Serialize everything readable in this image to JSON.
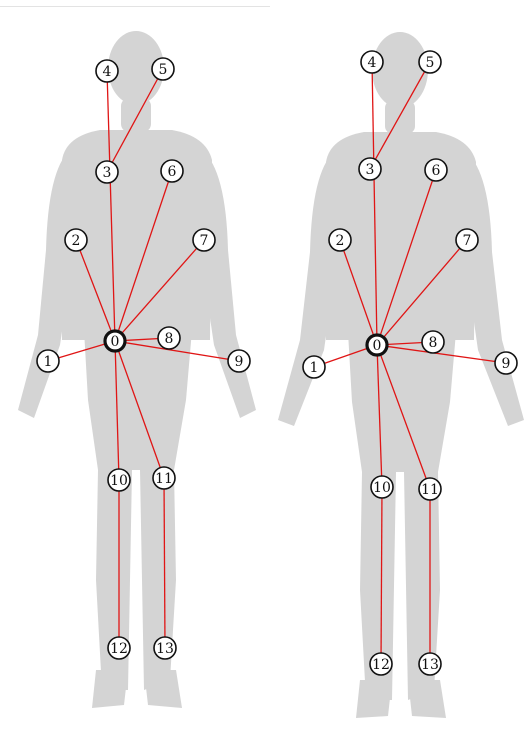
{
  "figures": [
    {
      "id": "left",
      "joints": [
        {
          "label": "0"
        },
        {
          "label": "1"
        },
        {
          "label": "2"
        },
        {
          "label": "3"
        },
        {
          "label": "4"
        },
        {
          "label": "5"
        },
        {
          "label": "6"
        },
        {
          "label": "7"
        },
        {
          "label": "8"
        },
        {
          "label": "9"
        },
        {
          "label": "10"
        },
        {
          "label": "11"
        },
        {
          "label": "12"
        },
        {
          "label": "13"
        }
      ]
    },
    {
      "id": "right",
      "joints": [
        {
          "label": "0"
        },
        {
          "label": "1"
        },
        {
          "label": "2"
        },
        {
          "label": "3"
        },
        {
          "label": "4"
        },
        {
          "label": "5"
        },
        {
          "label": "6"
        },
        {
          "label": "7"
        },
        {
          "label": "8"
        },
        {
          "label": "9"
        },
        {
          "label": "10"
        },
        {
          "label": "11"
        },
        {
          "label": "12"
        },
        {
          "label": "13"
        }
      ]
    }
  ],
  "connections": [
    [
      0,
      1
    ],
    [
      0,
      2
    ],
    [
      0,
      4
    ],
    [
      3,
      5
    ],
    [
      0,
      6
    ],
    [
      0,
      7
    ],
    [
      0,
      8
    ],
    [
      0,
      9
    ],
    [
      0,
      10
    ],
    [
      0,
      11
    ],
    [
      10,
      12
    ],
    [
      11,
      13
    ]
  ],
  "colors": {
    "bone": "#e01515",
    "silhouette": "#d4d4d4",
    "joint_outline": "#111111"
  }
}
